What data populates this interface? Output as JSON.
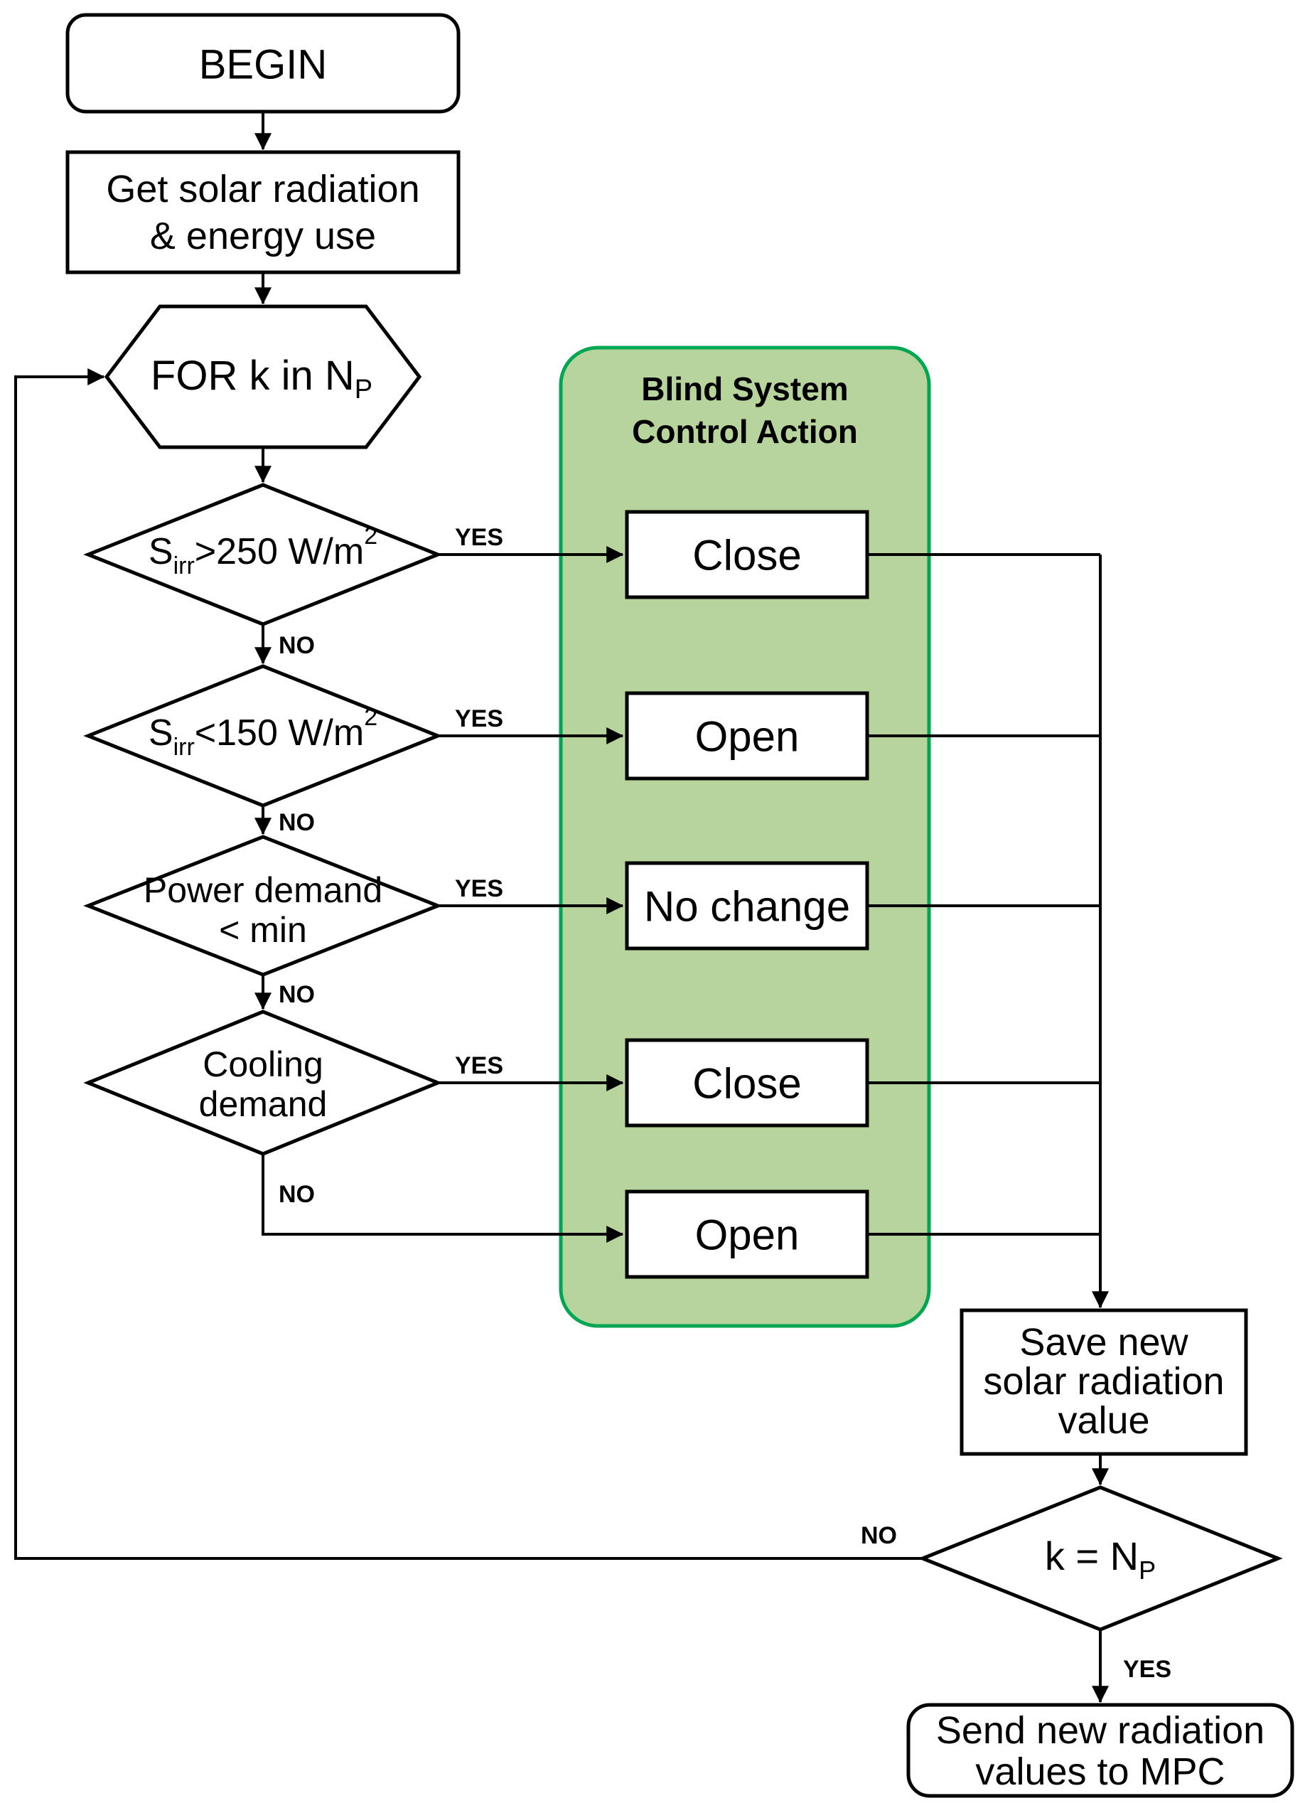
{
  "colors": {
    "background": "#ffffff",
    "ink": "#000000",
    "panel_fill": "#b6d49c",
    "panel_border": "#00a651",
    "panel_title_text": "#00a651"
  },
  "panel": {
    "title_lines": [
      "Blind System",
      "Control Action"
    ]
  },
  "labels": {
    "yes": "YES",
    "no": "NO"
  },
  "nodes": {
    "begin": {
      "label": "BEGIN"
    },
    "get_data": {
      "lines": [
        "Get solar radiation",
        "& energy use"
      ]
    },
    "for_loop": {
      "main": "FOR k in N",
      "sub": "P"
    },
    "d_irr_high": {
      "base": "S",
      "sub": "irr",
      "rest": ">250 W/m",
      "sup": "2"
    },
    "d_irr_low": {
      "base": "S",
      "sub": "irr",
      "rest": "<150 W/m",
      "sup": "2"
    },
    "d_power": {
      "lines": [
        "Power demand",
        "< min"
      ]
    },
    "d_cooling": {
      "lines": [
        "Cooling",
        "demand"
      ]
    },
    "action_close_1": {
      "label": "Close"
    },
    "action_open_1": {
      "label": "Open"
    },
    "action_no_change": {
      "label": "No change"
    },
    "action_close_2": {
      "label": "Close"
    },
    "action_open_2": {
      "label": "Open"
    },
    "save": {
      "lines": [
        "Save new",
        "solar radiation",
        "value"
      ]
    },
    "loop_check": {
      "main": "k = N",
      "sub": "P"
    },
    "send": {
      "lines": [
        "Send new radiation",
        "values to MPC"
      ]
    }
  }
}
